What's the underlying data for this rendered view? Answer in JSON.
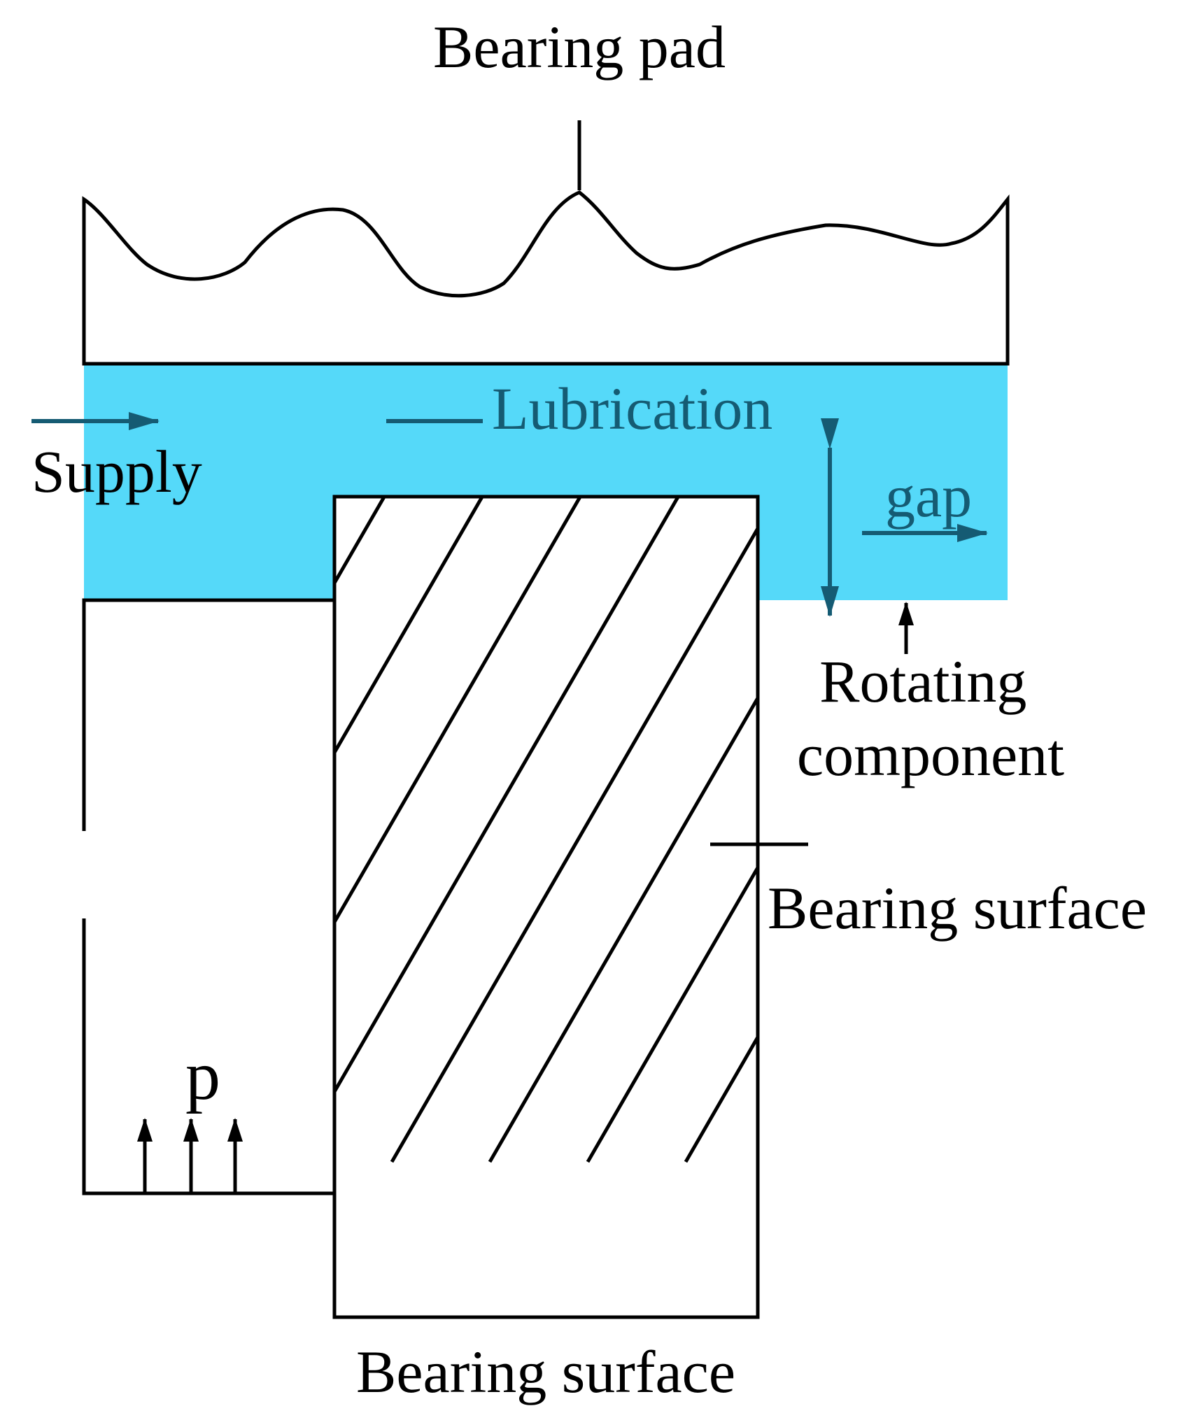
{
  "labels": {
    "bearing_pad": "Bearing pad",
    "lubrication": "Lubrication",
    "supply": "Supply",
    "gap": "gap",
    "rotating_line1": "Rotating",
    "rotating_line2": "component",
    "bearing_surface_right": "Bearing surface",
    "bearing_surface_bottom": "Bearing surface",
    "pressure": "p"
  },
  "colors": {
    "lubricant_fill": "#55d9f9",
    "lubricant_text": "#155b73",
    "outline": "#000000"
  }
}
